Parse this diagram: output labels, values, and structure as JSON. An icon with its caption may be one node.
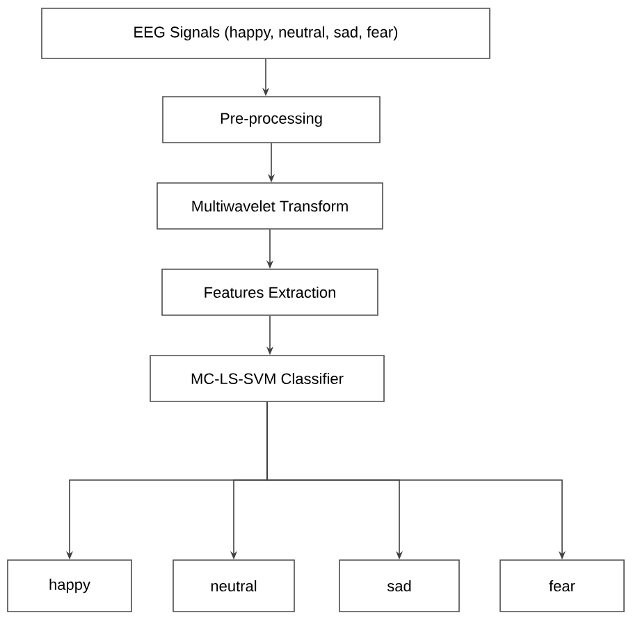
{
  "diagram": {
    "nodes": [
      {
        "text": [
          "EEG Signals (happy, neutral, sad, fear)"
        ]
      },
      {
        "text": [
          "Pre-processing"
        ]
      },
      {
        "text": [
          "Multiwavelet Transform"
        ]
      },
      {
        "text": [
          "Features Extraction"
        ]
      },
      {
        "text": [
          "MC-LS-SVM Classifier"
        ]
      },
      {
        "text": [
          "happy"
        ]
      },
      {
        "text": [
          "neutral"
        ]
      },
      {
        "text": [
          "sad"
        ]
      },
      {
        "text": [
          "fear"
        ]
      }
    ],
    "edges": [
      {
        "from": 0,
        "to": 1,
        "arrow": "to"
      },
      {
        "from": 1,
        "to": 2,
        "arrow": "to"
      },
      {
        "from": 2,
        "to": 3,
        "arrow": "to"
      },
      {
        "from": 3,
        "to": 4,
        "arrow": "to"
      },
      {
        "from": 4,
        "to": 5,
        "arrow": "to"
      },
      {
        "from": 4,
        "to": 6,
        "arrow": "to"
      },
      {
        "from": 4,
        "to": 7,
        "arrow": "to"
      },
      {
        "from": 4,
        "to": 8,
        "arrow": "to"
      }
    ]
  }
}
